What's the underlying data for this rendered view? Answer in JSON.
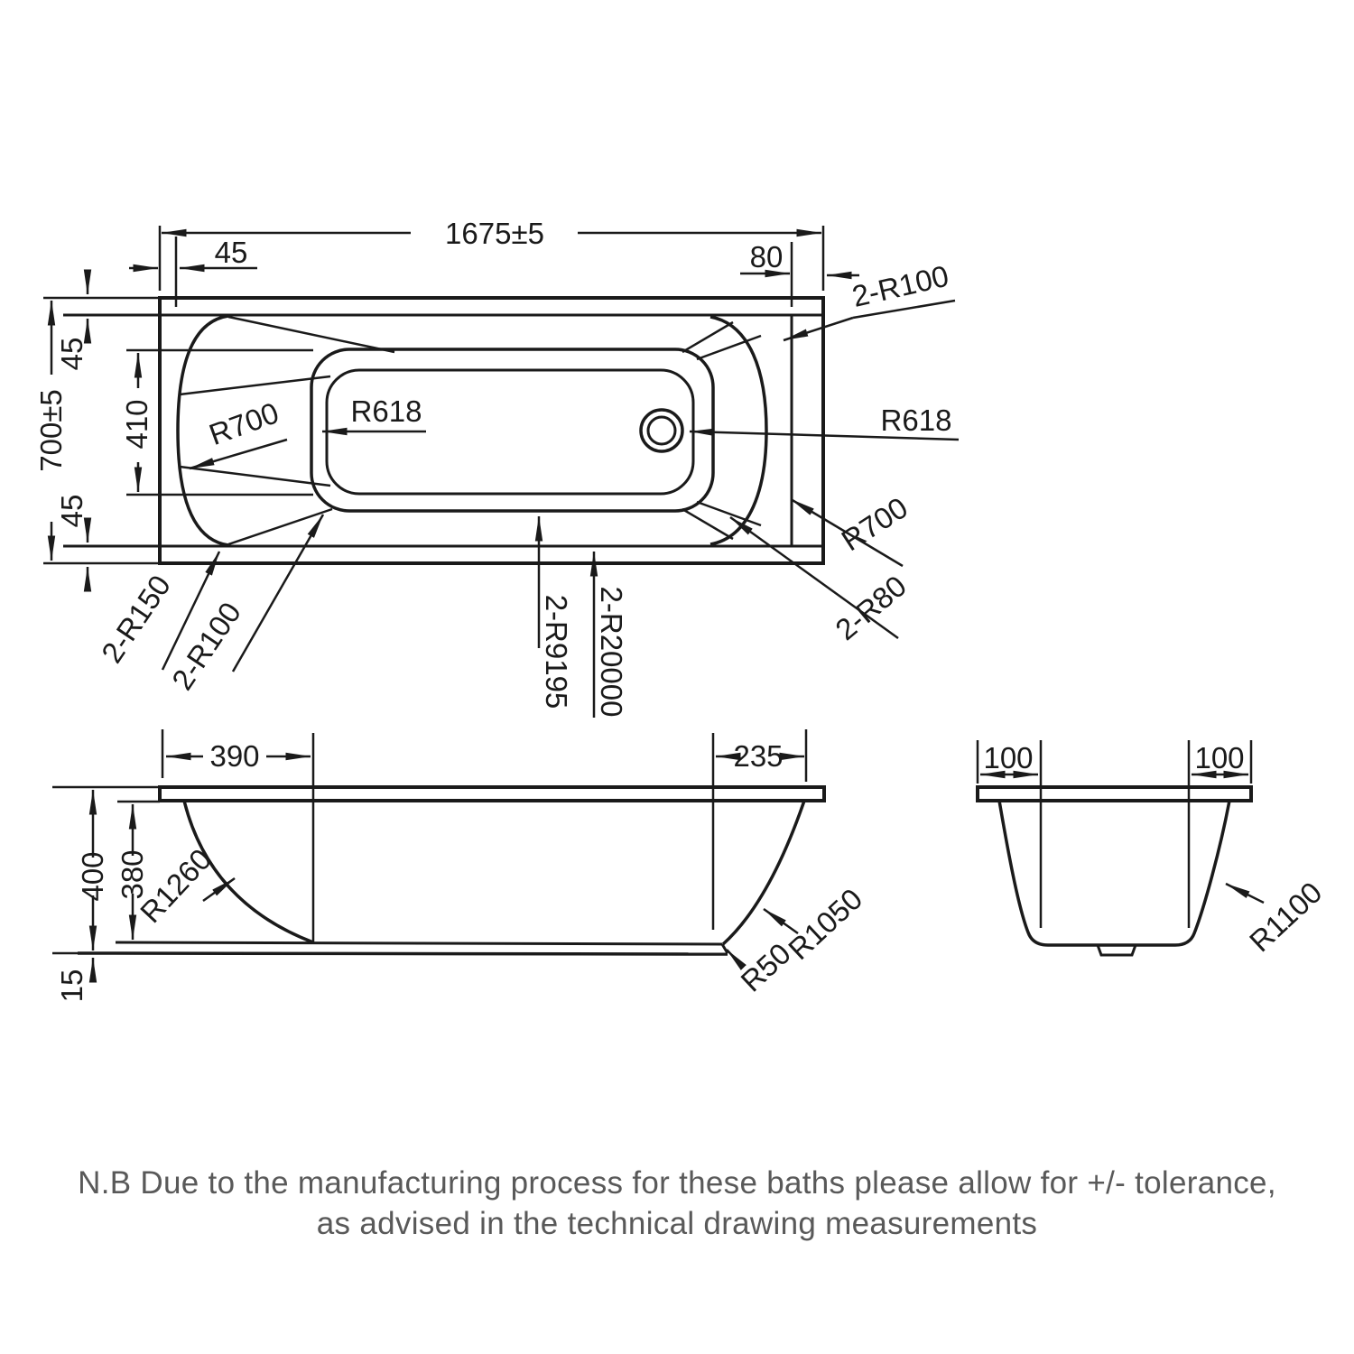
{
  "colors": {
    "line": "#1a1a1a",
    "note_text": "#595959"
  },
  "note": {
    "line1": "N.B Due to the manufacturing process for these baths please allow for +/- tolerance,",
    "line2": "as advised in the technical drawing measurements"
  },
  "plan_view": {
    "overall_length": "1675±5",
    "overall_width": "700±5",
    "head_rim_inset": "45",
    "foot_rim_inset": "80",
    "side_rim_inset_top": "45",
    "floor_width": "410",
    "side_rim_inset_bottom": "45",
    "head_corner_radius": "2-R150",
    "basin_corner_radius_head": "2-R100",
    "floor_end_radius_head": "R618",
    "head_wall_radius": "R700",
    "side_wall_radius_inner": "2-R9195",
    "side_wall_radius_outer": "2-R20000",
    "foot_corner_radius": "2-R100",
    "drain_end_radius": "R618",
    "foot_wall_radius": "R700",
    "basin_corner_radius_foot": "2-R80"
  },
  "side_view": {
    "head_slope_run": "390",
    "foot_slope_run": "235",
    "overall_height": "400",
    "inner_height": "380",
    "base_gap": "15",
    "head_slope_radius": "R1260",
    "foot_slope_radius": "R1050",
    "foot_fillet_radius": "R50"
  },
  "end_view": {
    "wall_inset_left": "100",
    "wall_inset_right": "100",
    "side_wall_radius": "R1100"
  }
}
